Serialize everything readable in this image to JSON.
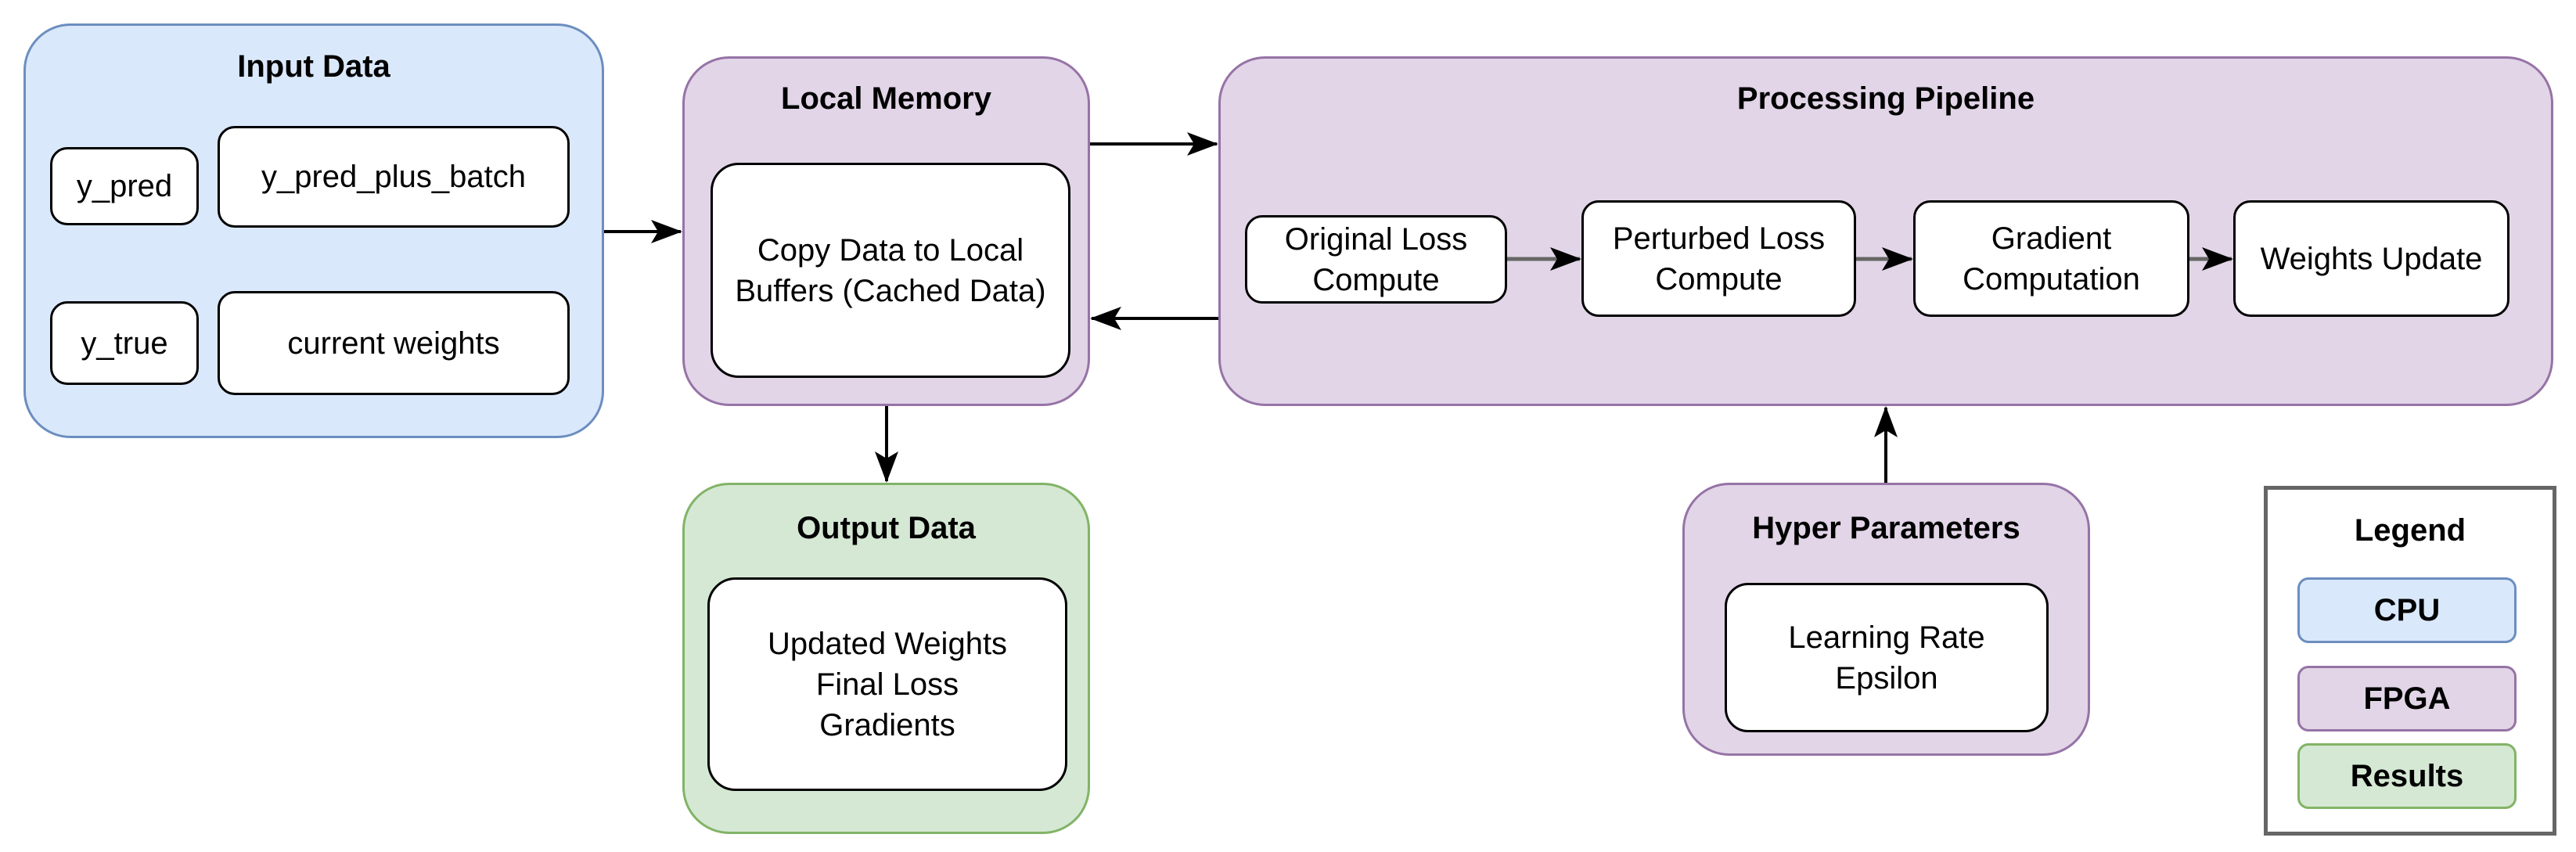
{
  "input_data": {
    "title": "Input Data",
    "items": [
      "y_pred",
      "y_pred_plus_batch",
      "y_true",
      "current weights"
    ]
  },
  "local_memory": {
    "title": "Local Memory",
    "content": "Copy Data to Local\nBuffers (Cached Data)"
  },
  "processing_pipeline": {
    "title": "Processing Pipeline",
    "steps": [
      "Original Loss\nCompute",
      "Perturbed Loss\nCompute",
      "Gradient\nComputation",
      "Weights Update"
    ]
  },
  "output_data": {
    "title": "Output Data",
    "content": "Updated Weights\nFinal Loss\nGradients"
  },
  "hyper_parameters": {
    "title": "Hyper Parameters",
    "content": "Learning Rate\nEpsilon"
  },
  "legend": {
    "title": "Legend",
    "items": [
      {
        "label": "CPU",
        "fill": "#dae8fc",
        "stroke": "#6c8ebf"
      },
      {
        "label": "FPGA",
        "fill": "#e1d5e7",
        "stroke": "#9673a6"
      },
      {
        "label": "Results",
        "fill": "#d5e8d4",
        "stroke": "#82b366"
      }
    ]
  }
}
